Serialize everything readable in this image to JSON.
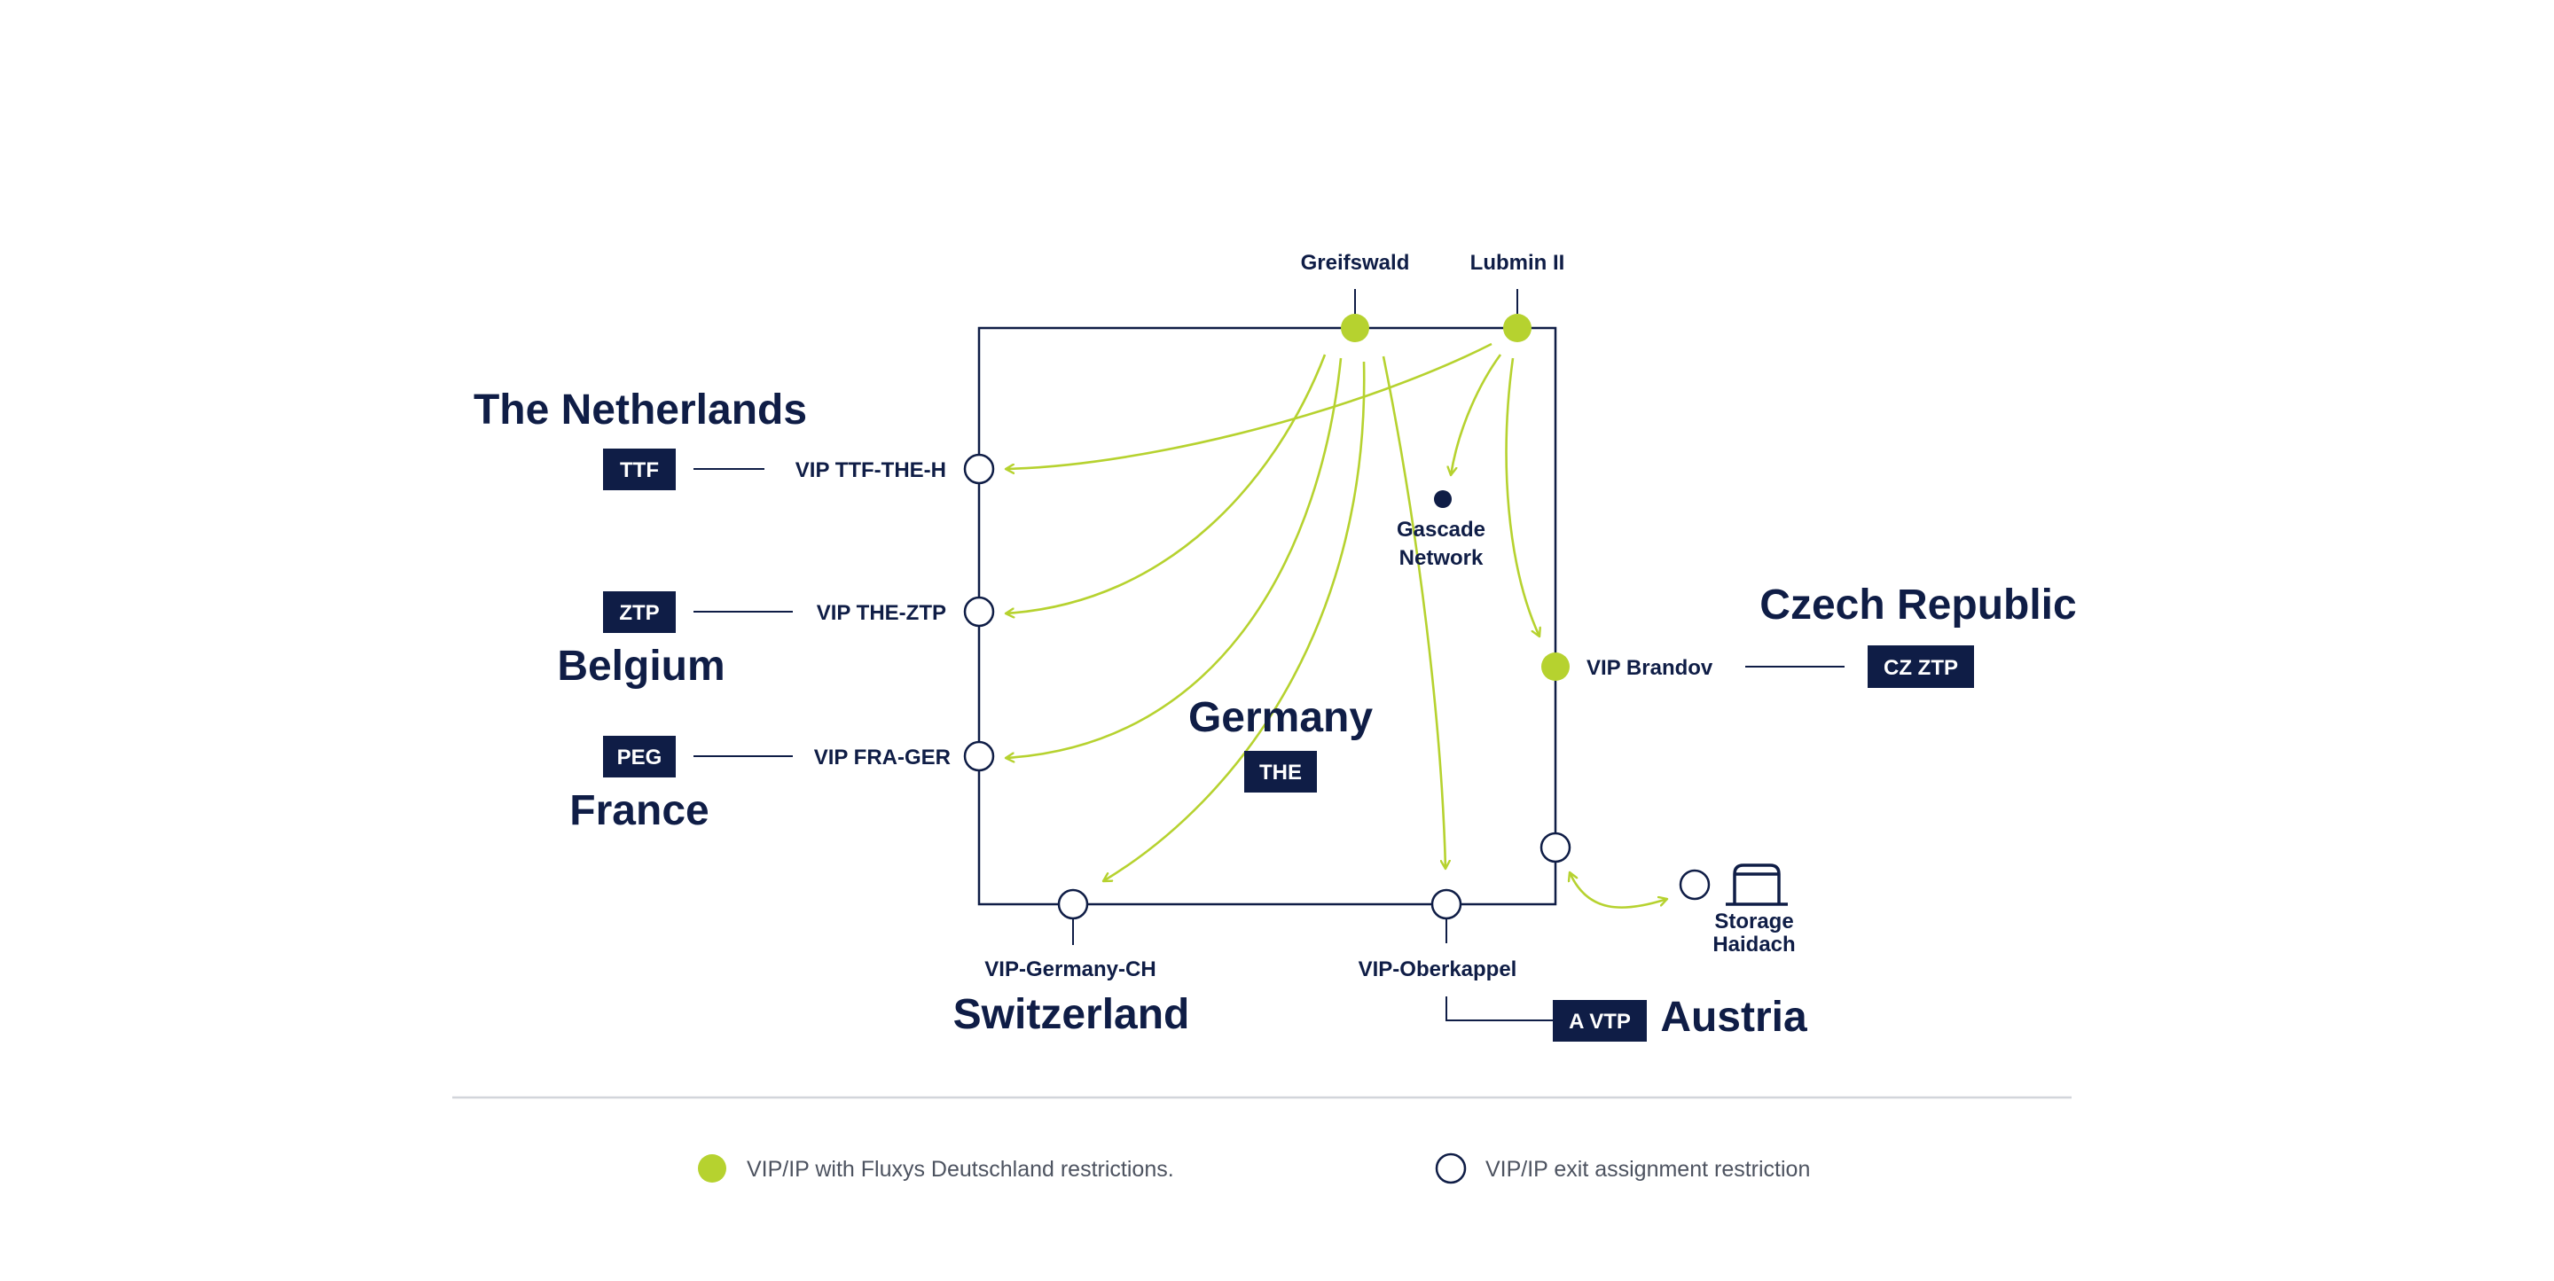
{
  "colors": {
    "navy": "#0f1d46",
    "lime": "#b6d22f",
    "divider": "#d2d5da",
    "legend_text": "#4d5360"
  },
  "entry_points": {
    "greifswald": "Greifswald",
    "lubmin": "Lubmin II"
  },
  "internal": {
    "gascade_line1": "Gascade",
    "gascade_line2": "Network"
  },
  "germany": {
    "name": "Germany",
    "hub": "THE"
  },
  "netherlands": {
    "name": "The Netherlands",
    "hub": "TTF",
    "vip": "VIP TTF-THE-H"
  },
  "belgium": {
    "name": "Belgium",
    "hub": "ZTP",
    "vip": "VIP THE-ZTP"
  },
  "france": {
    "name": "France",
    "hub": "PEG",
    "vip": "VIP FRA-GER"
  },
  "czech": {
    "name": "Czech Republic",
    "hub": "CZ ZTP",
    "vip": "VIP Brandov"
  },
  "switzerland": {
    "name": "Switzerland",
    "vip": "VIP-Germany-CH"
  },
  "austria": {
    "name": "Austria",
    "hub": "A VTP",
    "vip": "VIP-Oberkappel"
  },
  "storage": {
    "line1": "Storage",
    "line2": "Haidach",
    "icon": "storage-tank-icon"
  },
  "legend": {
    "filled_label": "VIP/IP with Fluxys Deutschland restrictions.",
    "hollow_label": "VIP/IP exit assignment restriction"
  }
}
